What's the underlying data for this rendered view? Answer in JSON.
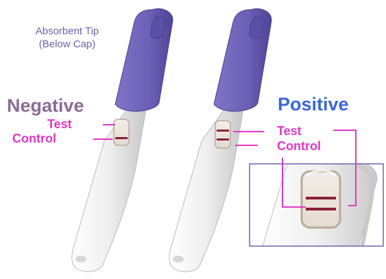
{
  "labels": {
    "tip_line1": "Absorbent Tip",
    "tip_line2": "(Below Cap)",
    "negative": "Negative",
    "positive": "Positive",
    "neg_test": "Test",
    "neg_control": "Control",
    "pos_test": "Test",
    "pos_control": "Control"
  },
  "colors": {
    "cap": "#6b5fb6",
    "cap_dark": "#4f4596",
    "stick": "#eeeeee",
    "label_pink": "#e037c6",
    "label_negative": "#8c6a96",
    "label_positive": "#3b67d6",
    "inset_border": "#6b63b0",
    "result_line": "#8b1e3a"
  }
}
